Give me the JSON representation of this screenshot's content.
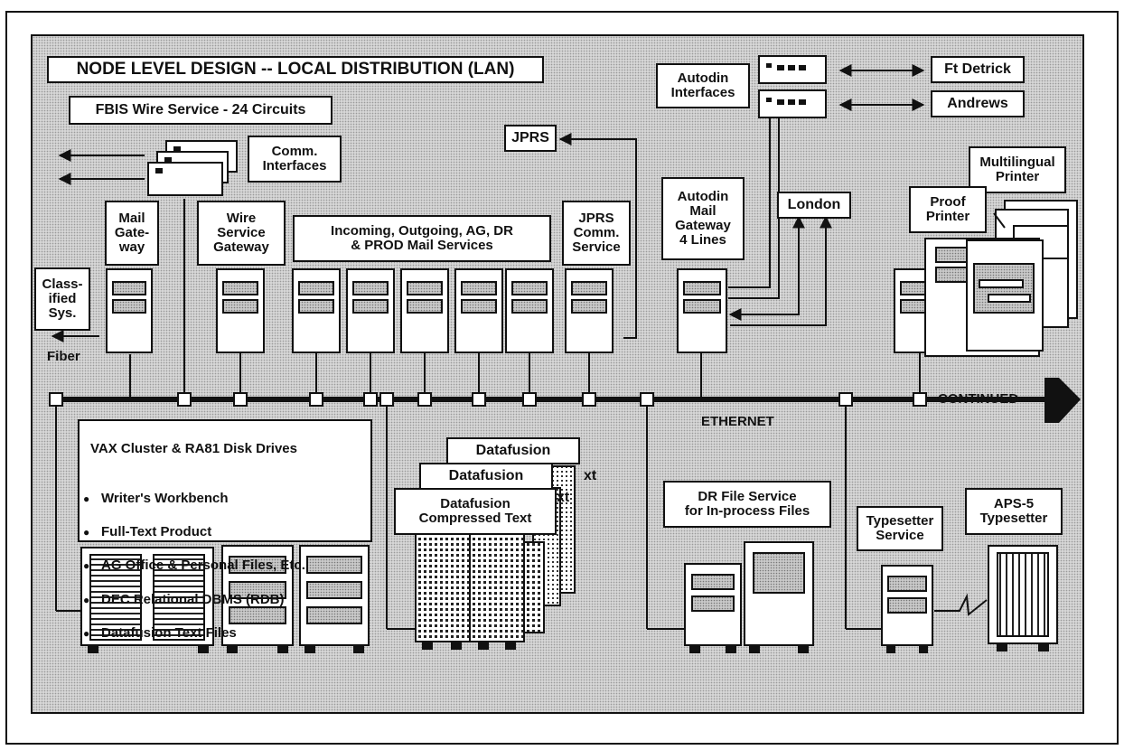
{
  "title": "NODE LEVEL DESIGN -- LOCAL DISTRIBUTION (LAN)",
  "labels": {
    "fbis_wire": "FBIS Wire Service - 24 Circuits",
    "comm_interfaces": "Comm.\nInterfaces",
    "mail_gateway": "Mail\nGate-\nway",
    "classified_sys": "Class-\nified\nSys.",
    "fiber": "Fiber",
    "wire_service_gateway": "Wire\nService\nGateway",
    "mail_services": "Incoming, Outgoing, AG, DR\n& PROD Mail Services",
    "jprs": "JPRS",
    "jprs_comm_service": "JPRS\nComm.\nService",
    "autodin_interfaces": "Autodin\nInterfaces",
    "ft_detrick": "Ft Detrick",
    "andrews": "Andrews",
    "autodin_mail_gateway": "Autodin\nMail\nGateway\n4 Lines",
    "london": "London",
    "multilingual_printer": "Multilingual\nPrinter",
    "proof_printer": "Proof\nPrinter",
    "continued": "CONTINUED",
    "ethernet": "ETHERNET",
    "vax_cluster": "VAX Cluster & RA81 Disk Drives",
    "datafusion_back": "Datafusion",
    "datafusion_mid": "Datafusion",
    "text_fragment_back": "xt",
    "text_fragment_mid": "xt",
    "datafusion_front": "Datafusion\nCompressed Text",
    "dr_file_service": "DR File Service\nfor In-process Files",
    "typesetter_service": "Typesetter\nService",
    "aps5": "APS-5\nTypesetter"
  },
  "vax_features": [
    "Writer's Workbench",
    "Full-Text Product",
    "AG Office & Personal Files, Etc.",
    "DEC Relational DBMS (RDB)",
    "Datafusion Text Files"
  ],
  "colors": {
    "line": "#111111",
    "box_fill": "#ffffff",
    "panel_gray": "#d6d6d6",
    "slot_gray": "#a8a8a8"
  }
}
